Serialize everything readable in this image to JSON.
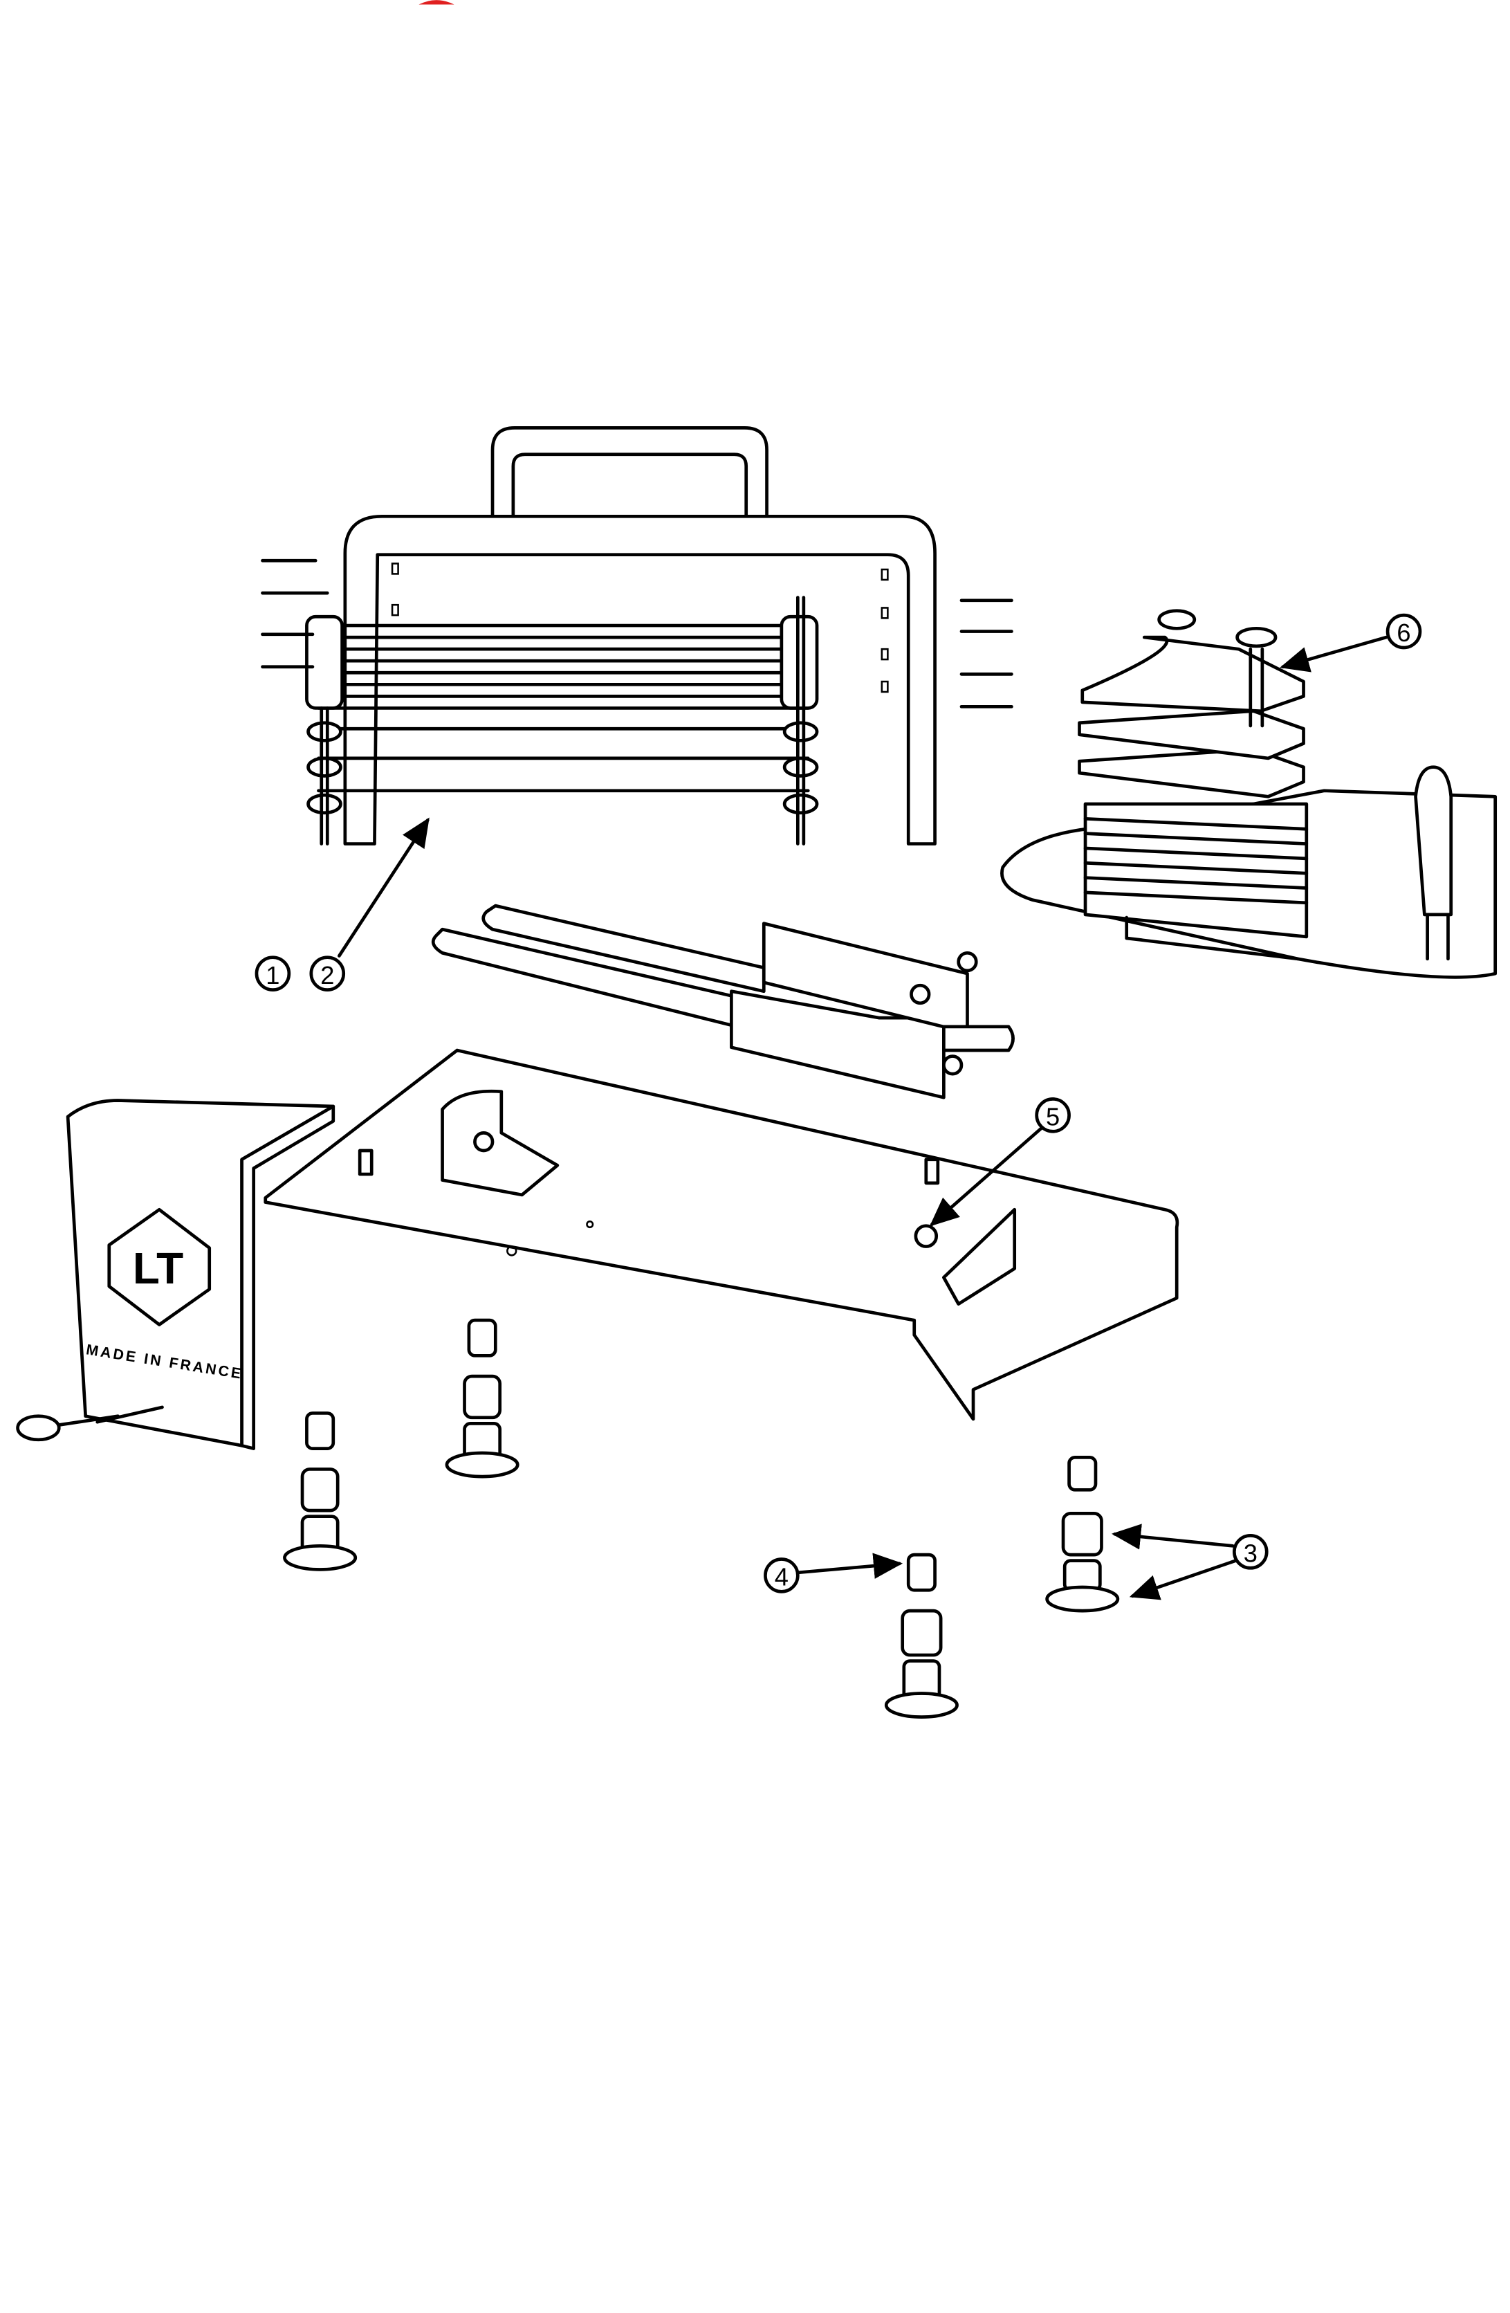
{
  "diagram": {
    "type": "exploded-parts-view",
    "accent_color": "#e02020",
    "line_color": "#000000",
    "callouts": [
      {
        "number": "1"
      },
      {
        "number": "2"
      },
      {
        "number": "3"
      },
      {
        "number": "4"
      },
      {
        "number": "5"
      },
      {
        "number": "6"
      }
    ],
    "logo": {
      "text": "LT",
      "caption": "MADE IN FRANCE"
    }
  }
}
